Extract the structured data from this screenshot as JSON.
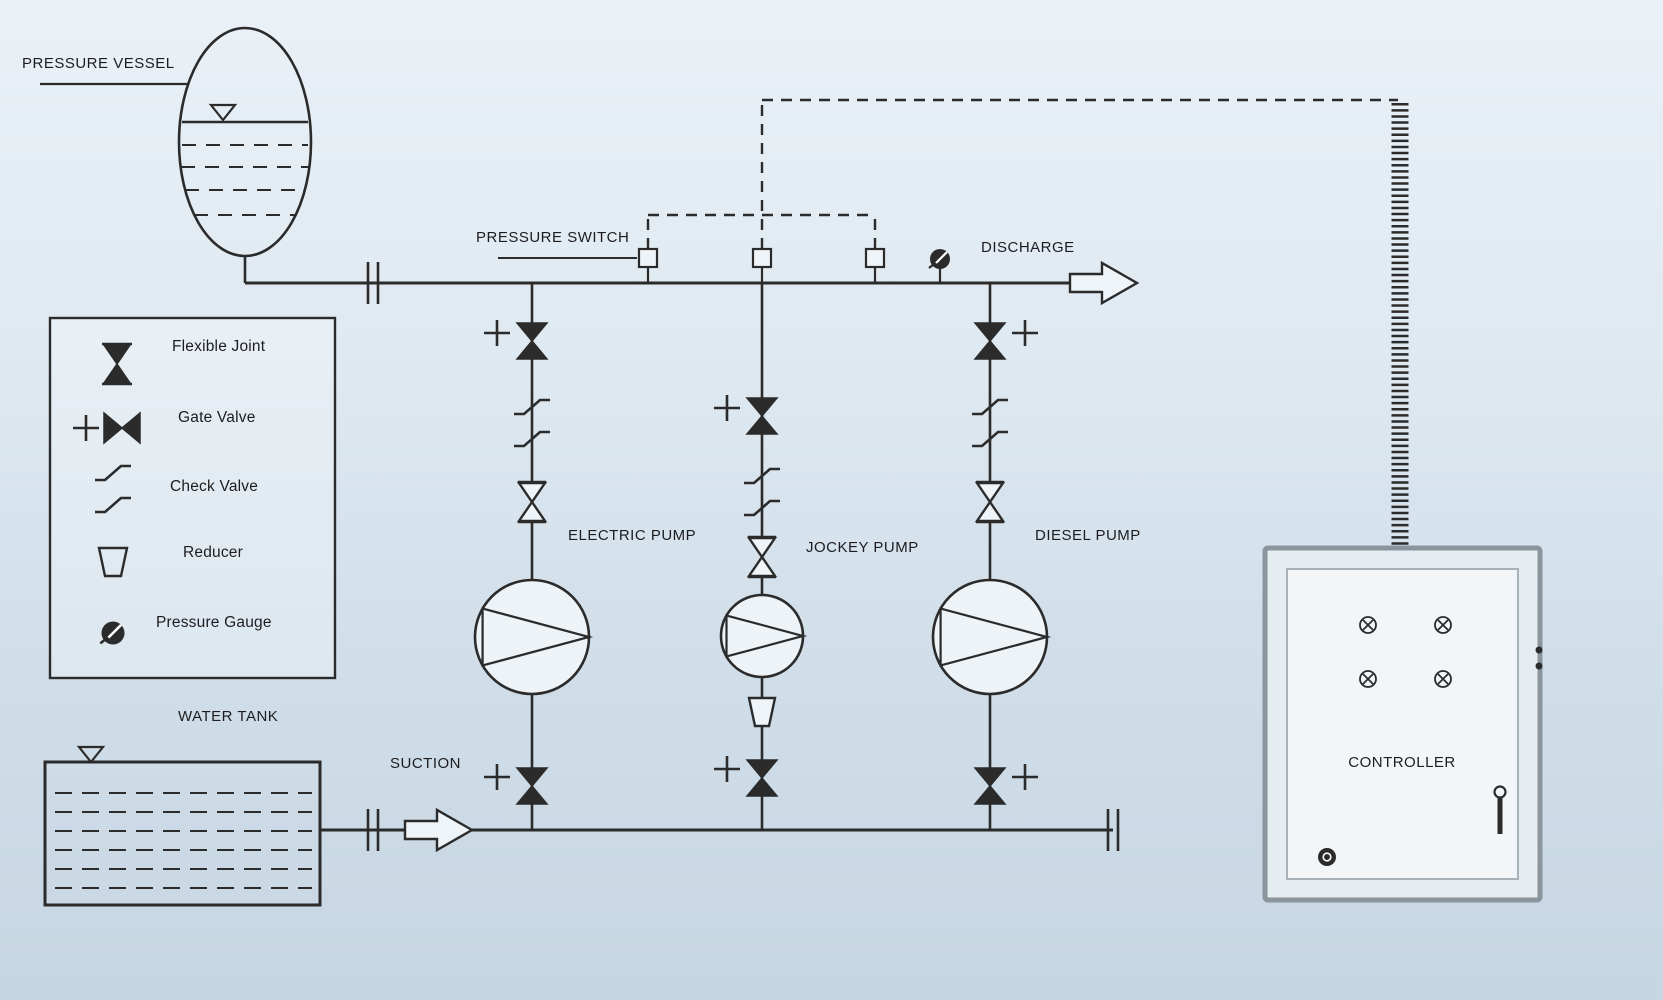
{
  "diagram": {
    "labels": {
      "pressure_vessel": "PRESSURE VESSEL",
      "pressure_switch": "PRESSURE SWITCH",
      "discharge": "DISCHARGE",
      "suction": "SUCTION",
      "water_tank": "WATER TANK",
      "electric_pump": "ELECTRIC PUMP",
      "jockey_pump": "JOCKEY PUMP",
      "diesel_pump": "DIESEL PUMP",
      "controller": "CONTROLLER"
    },
    "legend": {
      "items": [
        {
          "id": "flexible-joint",
          "label": "Flexible Joint"
        },
        {
          "id": "gate-valve",
          "label": "Gate Valve"
        },
        {
          "id": "check-valve",
          "label": "Check Valve"
        },
        {
          "id": "reducer",
          "label": "Reducer"
        },
        {
          "id": "pressure-gauge",
          "label": "Pressure Gauge"
        }
      ]
    },
    "colors": {
      "line": "#2b2b2b",
      "background_top": "#eaf1f7",
      "background_bottom": "#c6d6e2",
      "panel_frame": "#8b959e"
    }
  }
}
